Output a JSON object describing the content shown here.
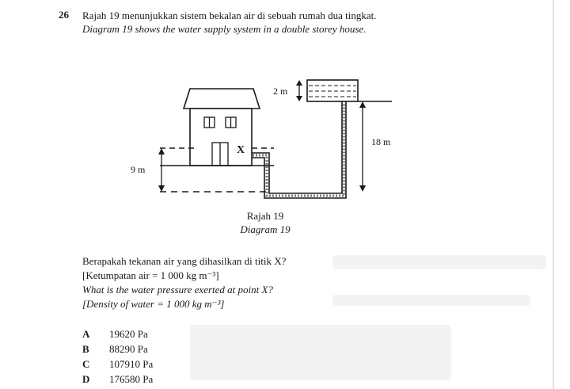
{
  "question": {
    "number": "26",
    "intro_ms": "Rajah 19 menunjukkan sistem bekalan air di sebuah rumah dua tingkat.",
    "intro_en": "Diagram 19 shows the water supply system in a double storey house.",
    "ask_ms": "Berapakah tekanan air yang dihasilkan di titik X?",
    "density_ms": "[Ketumpatan air = 1 000 kg m⁻³]",
    "ask_en": "What is the water pressure exerted at point X?",
    "density_en": "[Density of water = 1 000 kg m⁻³]"
  },
  "diagram": {
    "label_point": "X",
    "label_2m": "2 m",
    "label_18m": "18 m",
    "label_9m": "9 m",
    "caption_ms": "Rajah 19",
    "caption_en": "Diagram 19"
  },
  "options": [
    {
      "letter": "A",
      "value": "19620 Pa"
    },
    {
      "letter": "B",
      "value": "88290 Pa"
    },
    {
      "letter": "C",
      "value": "107910 Pa"
    },
    {
      "letter": "D",
      "value": "176580 Pa"
    }
  ]
}
